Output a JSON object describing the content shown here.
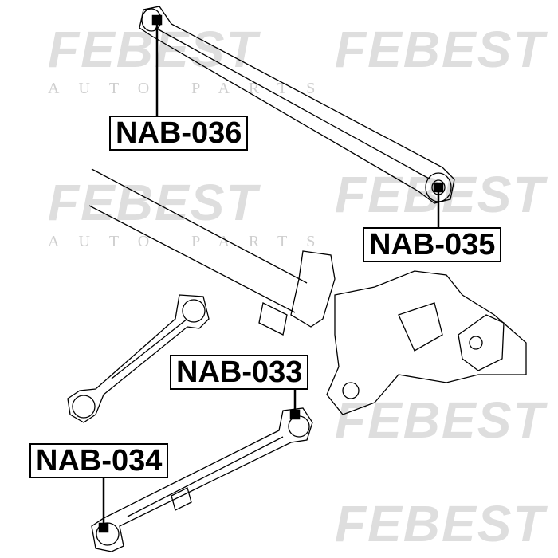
{
  "watermark": {
    "brand": "FEBEST",
    "tagline": "AUTO PARTS"
  },
  "labels": {
    "nab036": "NAB-036",
    "nab035": "NAB-035",
    "nab033": "NAB-033",
    "nab034": "NAB-034"
  }
}
